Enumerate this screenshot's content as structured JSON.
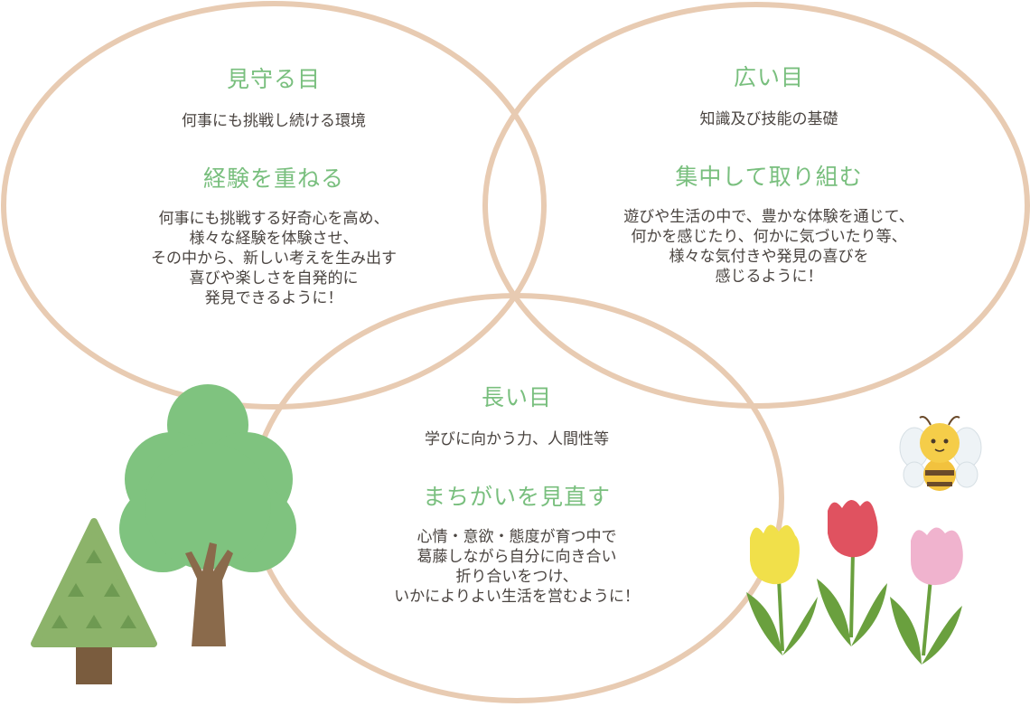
{
  "circles": [
    {
      "title": "見守る目",
      "subtitle": "何事にも挑戦し続ける環境",
      "heading": "経験を重ねる",
      "lines": [
        "何事にも挑戦する好奇心を高め、",
        "様々な経験を体験させ、",
        "その中から、新しい考えを生み出す",
        "喜びや楽しさを自発的に",
        "発見できるように！"
      ]
    },
    {
      "title": "広い目",
      "subtitle": "知識及び技能の基礎",
      "heading": "集中して取り組む",
      "lines": [
        "遊びや生活の中で、豊かな体験を通じて、",
        "何かを感じたり、何かに気づいたり等、",
        "様々な気付きや発見の喜びを",
        "感じるように！"
      ]
    },
    {
      "title": "長い目",
      "subtitle": "学びに向かう力、人間性等",
      "heading": "まちがいを見直す",
      "lines": [
        "心情・意欲・態度が育つ中で",
        "葛藤しながら自分に向き合い",
        "折り合いをつけ、",
        "いかによりよい生活を営むように！"
      ]
    }
  ],
  "colors": {
    "circle_stroke": "#e8cbb2",
    "accent": "#79bf7e",
    "text": "#4a4440"
  }
}
